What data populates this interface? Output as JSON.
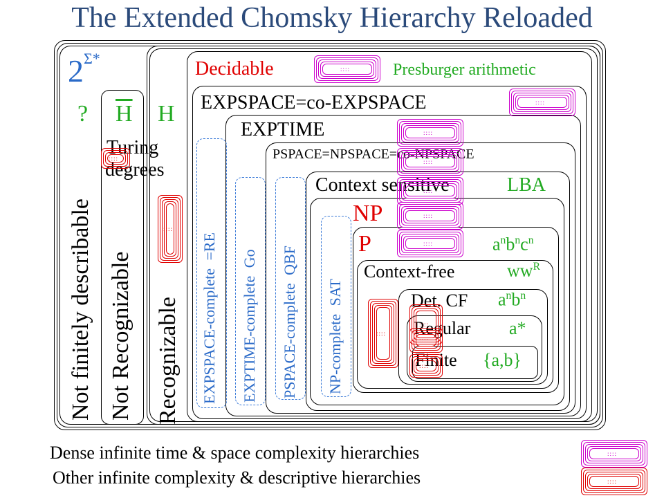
{
  "title": "The Extended Chomsky Hierarchy Reloaded",
  "power_set": {
    "base": "2",
    "exp": "Σ*"
  },
  "question_mark": "?",
  "h_bar": "H",
  "h": "H",
  "turing_degrees": [
    "Turing",
    "degrees"
  ],
  "not_finitely_describable": "Not finitely describable",
  "not_recognizable": "Not Recognizable",
  "recognizable": "Recognizable",
  "decidable": "Decidable",
  "presburger": "Presburger arithmetic",
  "expspace": "EXPSPACE=co-EXPSPACE",
  "exptime": "EXPTIME",
  "pspace": "PSPACE=NPSPACE=co-NPSPACE",
  "context_sensitive": "Context sensitive",
  "lba": "LBA",
  "np": "NP",
  "p": "P",
  "anbncn": {
    "a": "a",
    "n1": "n",
    "b": "b",
    "n2": "n",
    "c": "c",
    "n3": "n"
  },
  "context_free": "Context-free",
  "wwr": {
    "base": "ww",
    "exp": "R"
  },
  "det_cf": "Det. CF",
  "anbn": {
    "a": "a",
    "n1": "n",
    "b": "b",
    "n2": "n"
  },
  "regular": "Regular",
  "a_star": "a*",
  "finite": "Finite",
  "ab_set": "{a,b}",
  "expspace_complete": "EXPSPACE-complete =RE",
  "exptime_complete": "EXPTIME-complete Go",
  "pspace_complete": "PSPACE-complete QBF",
  "np_complete": "NP-complete SAT",
  "dense_hierarchies": "Dense infinite time & space complexity hierarchies",
  "other_hierarchies": "Other infinite complexity & descriptive hierarchies",
  "dots": "::::",
  "colors": {
    "title": "#2b4a7a",
    "red": "#e00000",
    "green": "#22aa22",
    "blue": "#2a6ac8",
    "magenta": "#cc00cc"
  }
}
